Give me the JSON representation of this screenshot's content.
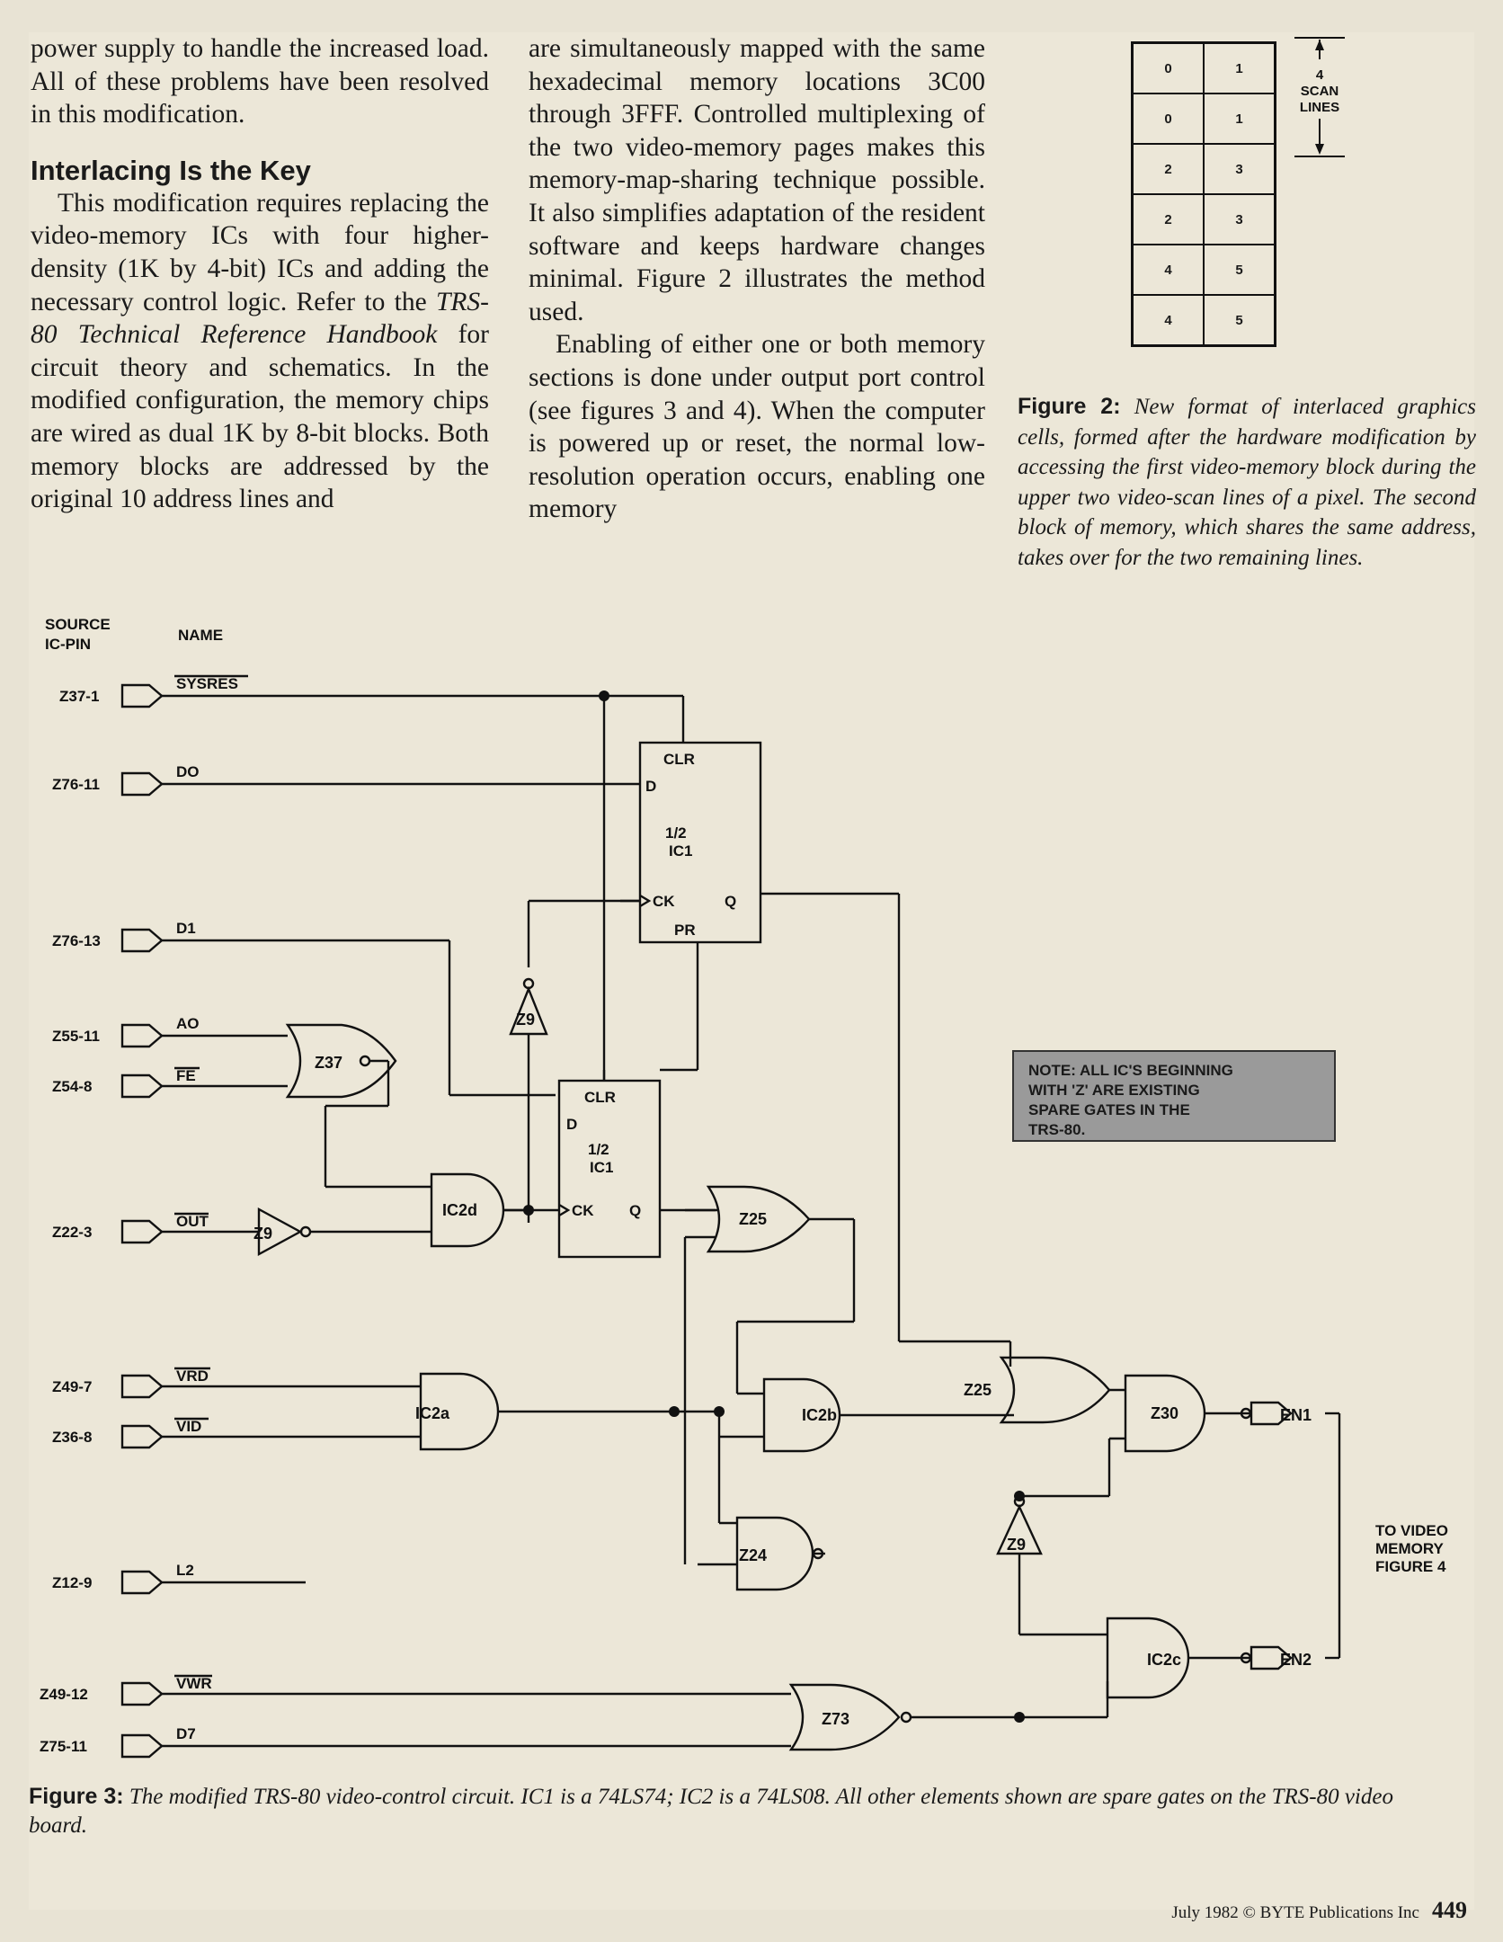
{
  "col1": {
    "p1": "power supply to handle the increased load. All of these problems have been resolved in this modification.",
    "heading": "Interlacing Is the Key",
    "p2a": "This modification requires replacing the video-memory ICs with four higher-density (1K by 4-bit) ICs and adding the necessary control logic. Refer to the ",
    "p2_italic": "TRS-80 Technical Reference Handbook",
    "p2b": " for circuit theory and schematics. In the modified configuration, the memory chips are wired as dual 1K by 8-bit blocks. Both memory blocks are addressed by the original 10 address lines and"
  },
  "col2": {
    "p1": "are simultaneously mapped with the same hexadecimal memory locations 3C00 through 3FFF. Controlled multiplexing of the two video-memory pages makes this memory-map-sharing technique possible. It also simplifies adaptation of the resident software and keeps hardware changes minimal. Figure 2 illustrates the method used.",
    "p2": "Enabling of either one or both memory sections is done under output port control (see figures 3 and 4). When the computer is powered up or reset, the normal low-resolution operation occurs, enabling one memory"
  },
  "figure2": {
    "cells": [
      "0",
      "1",
      "0",
      "1",
      "2",
      "3",
      "2",
      "3",
      "4",
      "5",
      "4",
      "5"
    ],
    "scan_label_1": "4",
    "scan_label_2": "SCAN",
    "scan_label_3": "LINES",
    "caption_label": "Figure 2:",
    "caption": "New format of interlaced graphics cells, formed after the hardware modification by accessing the first video-memory block during the upper two video-scan lines of a pixel. The second block of memory, which shares the same address, takes over for the two remaining lines."
  },
  "note": {
    "l1": "NOTE: ALL IC'S BEGINNING",
    "l2": "WITH 'Z' ARE EXISTING",
    "l3": "SPARE GATES IN THE",
    "l4": "TRS-80."
  },
  "schematic": {
    "hdr_source1": "SOURCE",
    "hdr_source2": "IC-PIN",
    "hdr_name": "NAME",
    "inputs": [
      {
        "pin": "Z37-1",
        "name": "SYSRES"
      },
      {
        "pin": "Z76-11",
        "name": "DO"
      },
      {
        "pin": "Z76-13",
        "name": "D1"
      },
      {
        "pin": "Z55-11",
        "name": "AO"
      },
      {
        "pin": "Z54-8",
        "name": "FE"
      },
      {
        "pin": "Z22-3",
        "name": "OUT"
      },
      {
        "pin": "Z49-7",
        "name": "VRD"
      },
      {
        "pin": "Z36-8",
        "name": "VID"
      },
      {
        "pin": "Z12-9",
        "name": "L2"
      },
      {
        "pin": "Z49-12",
        "name": "VWR"
      },
      {
        "pin": "Z75-11",
        "name": "D7"
      }
    ],
    "gates": {
      "z37": "Z37",
      "z9a": "Z9",
      "z9b": "Z9",
      "z9c": "Z9",
      "ic2d": "IC2d",
      "ic2a": "IC2a",
      "ic2b": "IC2b",
      "ic2c": "IC2c",
      "z25a": "Z25",
      "z25b": "Z25",
      "z24": "Z24",
      "z30": "Z30",
      "z73": "Z73"
    },
    "ff1": {
      "clr": "CLR",
      "d": "D",
      "half": "1/2",
      "ic": "IC1",
      "ck": "CK",
      "q": "Q",
      "pr": "PR"
    },
    "ff2": {
      "clr": "CLR",
      "d": "D",
      "half": "1/2",
      "ic": "IC1",
      "ck": "CK",
      "q": "Q"
    },
    "outputs": {
      "en1": "EN1",
      "en2": "EN2"
    },
    "to_video_1": "TO VIDEO",
    "to_video_2": "MEMORY",
    "to_video_3": "FIGURE 4"
  },
  "figure3": {
    "label": "Figure 3:",
    "caption": "The modified TRS-80 video-control circuit. IC1 is a 74LS74; IC2 is a 74LS08. All other elements shown are spare gates on the TRS-80 video board."
  },
  "footer": {
    "credit": "July 1982 © BYTE Publications Inc",
    "page": "449"
  }
}
